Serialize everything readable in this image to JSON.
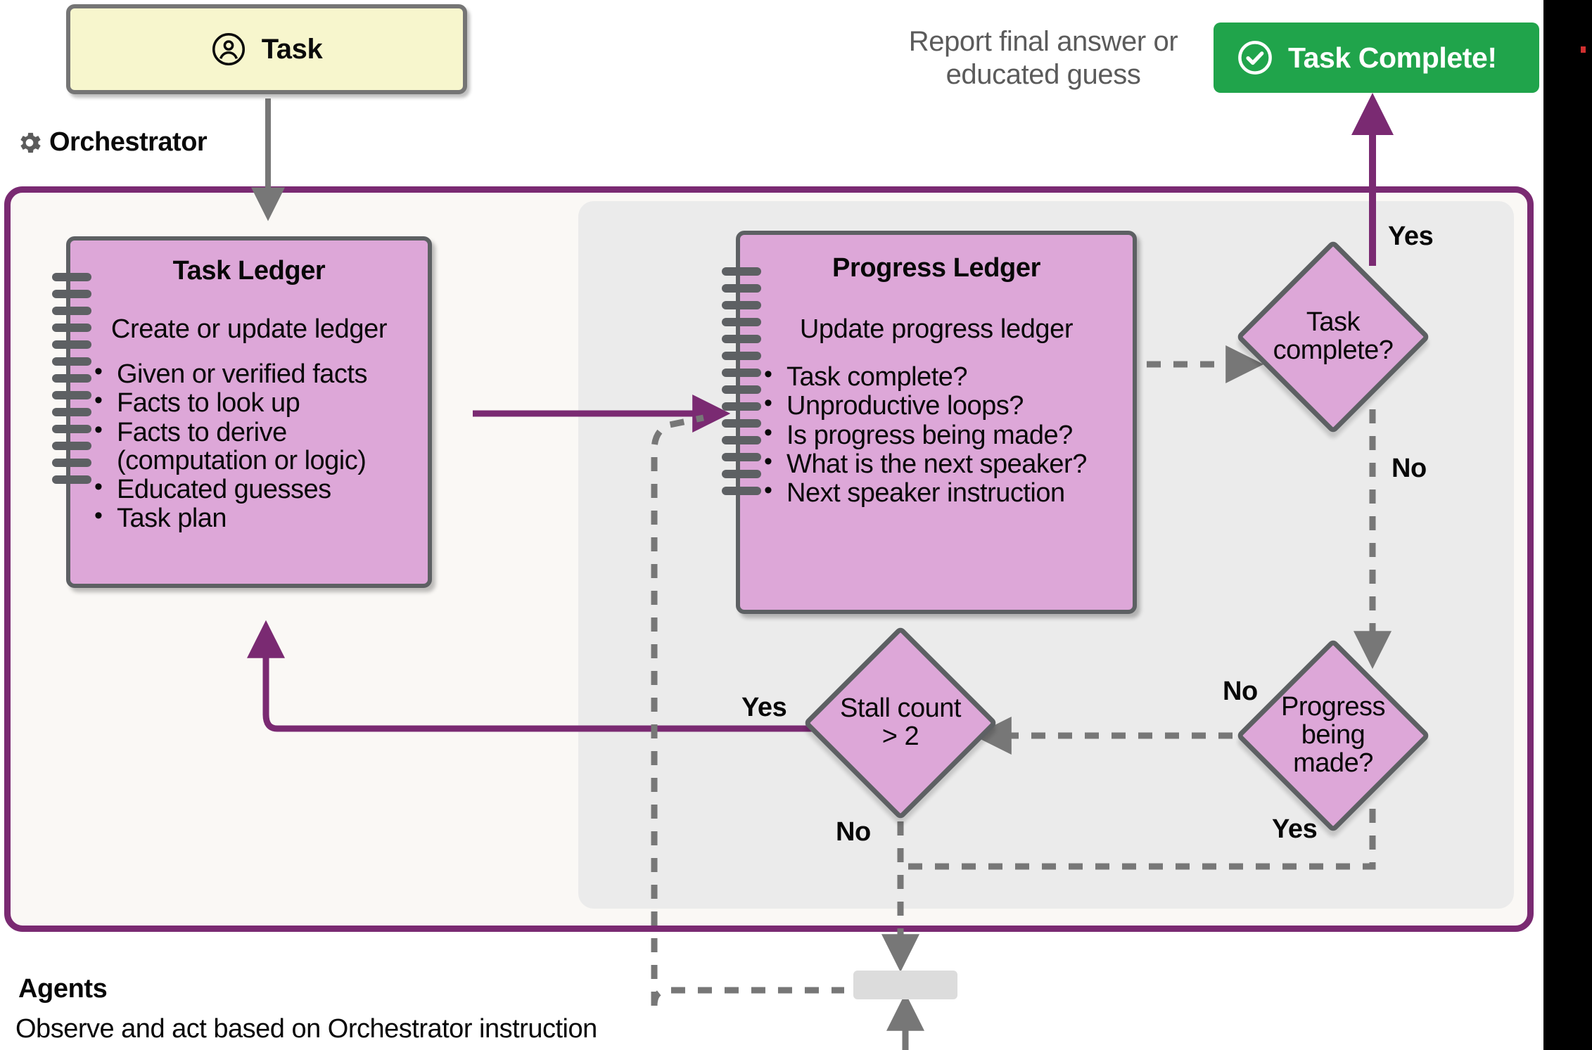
{
  "task_card": {
    "label": "Task",
    "icon": "person-circle-icon",
    "bg": "#f7f6cd",
    "border": "#757575"
  },
  "orchestrator": {
    "caption": "Orchestrator",
    "icon": "gear-icon",
    "border_color": "#7a2a72",
    "bg": "#faf8f5",
    "inner_bg": "#ebebeb"
  },
  "report": {
    "line1": "Report final answer or",
    "line2": "educated guess"
  },
  "task_complete_button": {
    "label": "Task Complete!",
    "icon": "check-circle-icon",
    "bg": "#20a44b",
    "text_color": "#ffffff"
  },
  "task_ledger": {
    "title": "Task Ledger",
    "subtitle": "Create or update ledger",
    "items": [
      "Given or verified facts",
      "Facts to look up",
      "Facts to derive (computation or logic)",
      "Educated guesses",
      "Task plan"
    ],
    "bg": "#dda7d8",
    "border": "#5d6063"
  },
  "progress_ledger": {
    "title": "Progress Ledger",
    "subtitle": "Update progress ledger",
    "items": [
      "Task complete?",
      "Unproductive loops?",
      "Is progress being made?",
      "What is the next speaker?",
      "Next speaker instruction"
    ],
    "bg": "#dda7d8",
    "border": "#5d6063"
  },
  "decisions": {
    "task_complete": "Task complete?",
    "progress_made": "Progress being made?",
    "stall_count": "Stall count > 2"
  },
  "edge_labels": {
    "task_complete_yes": "Yes",
    "task_complete_no": "No",
    "progress_made_no": "No",
    "progress_made_yes": "Yes",
    "stall_yes": "Yes",
    "stall_no": "No"
  },
  "agents": {
    "title": "Agents",
    "subtitle": "Observe and act based on Orchestrator instruction"
  },
  "colors": {
    "purple": "#7a2a72",
    "gray_arrow": "#777777",
    "green": "#20a44b",
    "pink": "#dda7d8",
    "yellow": "#f7f6cd"
  }
}
